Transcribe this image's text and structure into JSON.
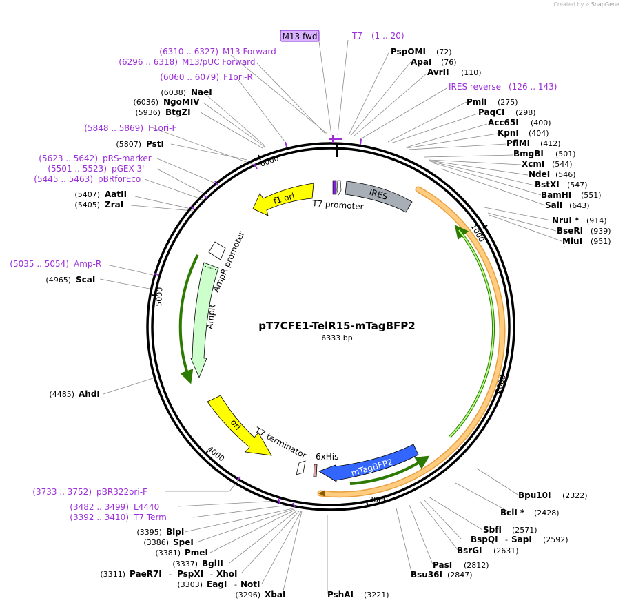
{
  "credit": {
    "prefix": "Created by",
    "brand": "SnapGene"
  },
  "plasmid": {
    "name": "pT7CFE1-TelR15-mTagBFP2",
    "size_label": "6333 bp",
    "length": 6333
  },
  "colors": {
    "primer": "#9b30d9",
    "f1ori": "#ffff00",
    "ori": "#ffff00",
    "ires": "#a7aeb5",
    "ampr": "#ccffcc",
    "mtagbfp2": "#3366ff",
    "orange_region": "#ffcc80",
    "orf_arrow": "#339900"
  },
  "ticks": [
    "1000",
    "2000",
    "3000",
    "4000",
    "5000",
    "6000"
  ],
  "features": {
    "f1ori": "f1 ori",
    "t7_promoter": "T7 promoter",
    "ires": "IRES",
    "ampr_promoter": "AmpR promoter",
    "ampr": "AmpR",
    "ori": "ori",
    "t7_terminator": "T7 terminator",
    "his": "6xHis",
    "mtagbfp2": "mTagBFP2"
  },
  "primers": {
    "m13fwd": "M13 fwd",
    "t7": {
      "name": "T7",
      "pos": "(1 .. 20)"
    },
    "m13forward": {
      "name": "M13 Forward",
      "pos": "(6310 .. 6327)"
    },
    "m13puc": {
      "name": "M13/pUC Forward",
      "pos": "(6296 .. 6318)"
    },
    "f1orir": {
      "name": "F1ori-R",
      "pos": "(6060 .. 6079)"
    },
    "ires_reverse": {
      "name": "IRES reverse",
      "pos": "(126 .. 143)"
    },
    "f1orif": {
      "name": "F1ori-F",
      "pos": "(5848 .. 5869)"
    },
    "prs": {
      "name": "pRS-marker",
      "pos": "(5623 .. 5642)"
    },
    "pgex": {
      "name": "pGEX 3'",
      "pos": "(5501 .. 5523)"
    },
    "pbrforeco": {
      "name": "pBRforEco",
      "pos": "(5445 .. 5463)"
    },
    "ampr_p": {
      "name": "Amp-R",
      "pos": "(5035 .. 5054)"
    },
    "pbr322": {
      "name": "pBR322ori-F",
      "pos": "(3733 .. 3752)"
    },
    "l4440": {
      "name": "L4440",
      "pos": "(3482 .. 3499)"
    },
    "t7term": {
      "name": "T7 Term",
      "pos": "(3392 .. 3410)"
    }
  },
  "enzymes": {
    "psp": {
      "name": "PspOMI",
      "pos": "(72)"
    },
    "apa": {
      "name": "ApaI",
      "pos": "(76)"
    },
    "avr": {
      "name": "AvrII",
      "pos": "(110)"
    },
    "pml": {
      "name": "PmlI",
      "pos": "(275)"
    },
    "paq": {
      "name": "PaqCI",
      "pos": "(298)"
    },
    "acc": {
      "name": "Acc65I",
      "pos": "(400)"
    },
    "kpn": {
      "name": "KpnI",
      "pos": "(404)"
    },
    "pfl": {
      "name": "PflMI",
      "pos": "(412)"
    },
    "bmg": {
      "name": "BmgBI",
      "pos": "(501)"
    },
    "xcm": {
      "name": "XcmI",
      "pos": "(544)"
    },
    "nde": {
      "name": "NdeI",
      "pos": "(546)"
    },
    "bstx": {
      "name": "BstXI",
      "pos": "(547)"
    },
    "bam": {
      "name": "BamHI",
      "pos": "(551)"
    },
    "sal": {
      "name": "SalI",
      "pos": "(643)"
    },
    "nru": {
      "name": "NruI *",
      "pos": "(914)"
    },
    "bse": {
      "name": "BseRI",
      "pos": "(939)"
    },
    "mlu": {
      "name": "MluI",
      "pos": "(951)"
    },
    "bpu": {
      "name": "Bpu10I",
      "pos": "(2322)"
    },
    "bcl": {
      "name": "BclI *",
      "pos": "(2428)"
    },
    "sbf": {
      "name": "SbfI",
      "pos": "(2571)"
    },
    "bspq": {
      "name": "BspQI",
      "sep": "-",
      "alt": "SapI",
      "pos": "(2592)"
    },
    "bsrg": {
      "name": "BsrGI",
      "pos": "(2631)"
    },
    "pas": {
      "name": "PasI",
      "pos": "(2812)"
    },
    "bsu": {
      "name": "Bsu36I",
      "pos": "(2847)"
    },
    "psha": {
      "name": "PshAI",
      "pos": "(3221)"
    },
    "xba": {
      "name": "XbaI",
      "pos": "(3296)"
    },
    "eag": {
      "name": "EagI",
      "sep": "-",
      "alt": "NotI",
      "pos": "(3303)"
    },
    "pae": {
      "name": "PaeR7I",
      "sep1": "-",
      "alt1": "PspXI",
      "sep2": "-",
      "alt2": "XhoI",
      "pos": "(3311)"
    },
    "bgl": {
      "name": "BglII",
      "pos": "(3337)"
    },
    "pme": {
      "name": "PmeI",
      "pos": "(3381)"
    },
    "spe": {
      "name": "SpeI",
      "pos": "(3386)"
    },
    "blp": {
      "name": "BlpI",
      "pos": "(3395)"
    },
    "ahd": {
      "name": "AhdI",
      "pos": "(4485)"
    },
    "sca": {
      "name": "ScaI",
      "pos": "(4965)"
    },
    "zra": {
      "name": "ZraI",
      "pos": "(5405)"
    },
    "aat": {
      "name": "AatII",
      "pos": "(5407)"
    },
    "pst": {
      "name": "PstI",
      "pos": "(5807)"
    },
    "btg": {
      "name": "BtgZI",
      "pos": "(5936)"
    },
    "ngo": {
      "name": "NgoMIV",
      "pos": "(6036)"
    },
    "nae": {
      "name": "NaeI",
      "pos": "(6038)"
    }
  }
}
